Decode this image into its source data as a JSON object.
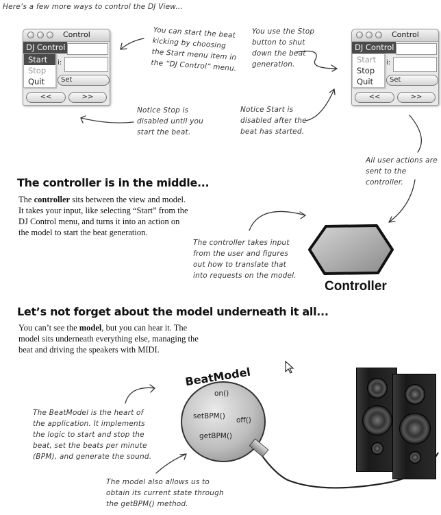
{
  "intro": "Here’s a few more ways to control the DJ View...",
  "window_left": {
    "title": "Control",
    "menubar": "DJ Control",
    "menu_items": [
      "Start",
      "Stop",
      "Quit"
    ],
    "field_letter": "i:",
    "set_label": "Set",
    "prev_label": "<<",
    "next_label": ">>"
  },
  "window_right": {
    "title": "Control",
    "menubar": "DJ Control",
    "menu_items": [
      "Start",
      "Stop",
      "Quit"
    ],
    "field_letter": "i:",
    "set_label": "Set",
    "prev_label": "<<",
    "next_label": ">>"
  },
  "notes": {
    "start_beat": "You can start the beat kicking by choosing the Start menu item in the “DJ Control” menu.",
    "stop_beat": "You use the Stop button to shut down the beat generation.",
    "stop_disabled": "Notice Stop is disabled until you start the beat.",
    "start_disabled": "Notice Start is disabled after the beat has started.",
    "user_actions": "All user actions are sent to the controller.",
    "controller_input": "The controller takes input from the user and figures out how to translate that into requests on the model.",
    "beatmodel_heart": "The BeatModel is the heart of the application. It implements the logic to start and stop the beat, set the beats per minute (BPM), and generate the sound.",
    "model_state": "The model also allows us to obtain its current state through the getBPM() method."
  },
  "section_controller": {
    "heading": "The controller is in the middle...",
    "body_pre": "The ",
    "body_bold": "controller",
    "body_post": " sits between the view and model. It takes your input, like selecting “Start” from the DJ Control menu, and turns it into an action on the model to start the beat generation.",
    "label": "Controller"
  },
  "section_model": {
    "heading": "Let’s not forget about the model underneath it all...",
    "body_pre": "You can’t see the ",
    "body_bold": "model",
    "body_post": ", but you can hear it. The model sits underneath everything else, managing the beat and driving the speakers with MIDI."
  },
  "beatmodel": {
    "title": "BeatModel",
    "methods": [
      "on()",
      "setBPM()",
      "off()",
      "getBPM()"
    ]
  }
}
